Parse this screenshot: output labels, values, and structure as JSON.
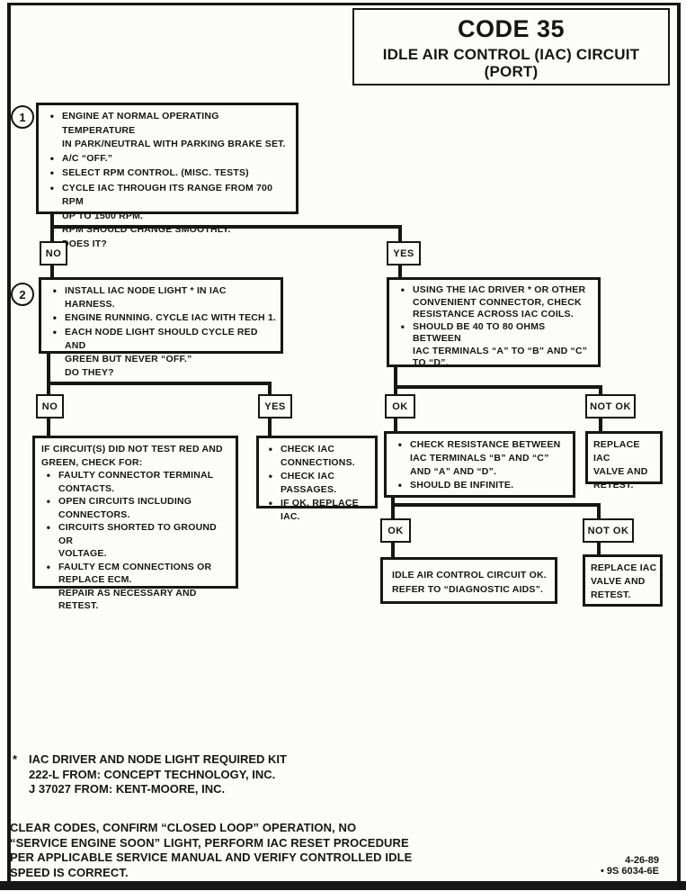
{
  "colors": {
    "ink": "#161616",
    "paper": "#fcfcfa"
  },
  "header": {
    "code": "CODE 35",
    "subtitle_line1": "IDLE AIR CONTROL (IAC) CIRCUIT",
    "subtitle_line2": "(PORT)"
  },
  "flow": {
    "step1": {
      "number": "1",
      "bullets": [
        "ENGINE AT NORMAL OPERATING TEMPERATURE\nIN PARK/NEUTRAL WITH PARKING BRAKE SET.",
        "A/C “OFF.”",
        "SELECT RPM CONTROL.  (MISC. TESTS)",
        "CYCLE IAC THROUGH ITS RANGE FROM 700 RPM\nUP TO 1500 RPM.",
        "RPM SHOULD CHANGE SMOOTHLY.\nDOES IT?"
      ]
    },
    "decision1": {
      "no": "NO",
      "yes": "YES"
    },
    "step2": {
      "number": "2",
      "bullets": [
        "INSTALL IAC NODE LIGHT * IN IAC HARNESS.",
        "ENGINE RUNNING.  CYCLE IAC WITH TECH 1.",
        "EACH NODE LIGHT SHOULD CYCLE RED AND\nGREEN BUT NEVER “OFF.”\nDO THEY?"
      ]
    },
    "coil_resistance": {
      "bullets": [
        "USING THE IAC DRIVER * OR OTHER\nCONVENIENT CONNECTOR, CHECK\nRESISTANCE ACROSS IAC COILS.",
        "SHOULD BE 40 TO 80 OHMS BETWEEN\nIAC TERMINALS “A” TO “B” AND “C”\nTO “D”."
      ]
    },
    "decision2": {
      "no": "NO",
      "yes": "YES"
    },
    "circuit_fail": {
      "intro": "IF CIRCUIT(S) DID NOT TEST RED AND\nGREEN, CHECK FOR:",
      "bullets": [
        "FAULTY CONNECTOR TERMINAL\nCONTACTS.",
        "OPEN CIRCUITS INCLUDING\nCONNECTORS.",
        "CIRCUITS SHORTED TO GROUND OR\nVOLTAGE.",
        "FAULTY ECM CONNECTIONS OR\nREPLACE ECM.\nREPAIR AS NECESSARY AND RETEST."
      ]
    },
    "iac_check": {
      "bullets": [
        "CHECK IAC\nCONNECTIONS.",
        "CHECK IAC\nPASSAGES.",
        "IF OK, REPLACE IAC."
      ]
    },
    "decision3": {
      "ok": "OK",
      "not_ok": "NOT OK"
    },
    "infinite_check": {
      "bullets": [
        "CHECK RESISTANCE BETWEEN\nIAC TERMINALS “B” AND “C”\nAND “A” AND “D”.",
        "SHOULD BE INFINITE."
      ]
    },
    "replace1": "REPLACE IAC\nVALVE AND\nRETEST.",
    "decision4": {
      "ok": "OK",
      "not_ok": "NOT OK"
    },
    "circuit_ok": "IDLE AIR CONTROL CIRCUIT OK.\nREFER TO “DIAGNOSTIC AIDS”.",
    "replace2": "REPLACE IAC\nVALVE AND\nRETEST."
  },
  "footnote": {
    "marker": "*",
    "text": "IAC DRIVER AND NODE LIGHT REQUIRED KIT\n222-L FROM:  CONCEPT TECHNOLOGY, INC.\nJ 37027 FROM:  KENT-MOORE, INC."
  },
  "bottom_note": "CLEAR CODES, CONFIRM “CLOSED LOOP” OPERATION, NO\n“SERVICE ENGINE SOON” LIGHT, PERFORM IAC RESET PROCEDURE\nPER APPLICABLE SERVICE MANUAL AND VERIFY CONTROLLED IDLE\nSPEED IS CORRECT.",
  "doc_info": {
    "date": "4-26-89",
    "ref": "• 9S 6034-6E"
  }
}
